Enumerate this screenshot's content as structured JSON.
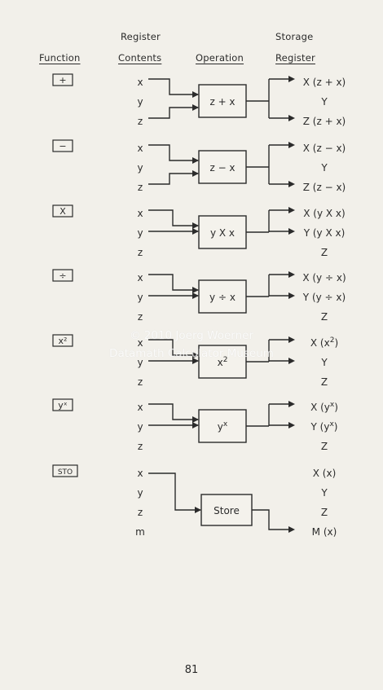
{
  "headers": {
    "register_line1": "Register",
    "register_line2": "Contents",
    "storage_line1": "Storage",
    "storage_line2": "Register",
    "function": "Function",
    "operation": "Operation"
  },
  "rows": [
    {
      "key": "+",
      "inputs": [
        "x",
        "y",
        "z"
      ],
      "op": "z + x",
      "outputs": [
        "X (z + x)",
        "Y",
        "Z (z + x)"
      ]
    },
    {
      "key": "−",
      "inputs": [
        "x",
        "y",
        "z"
      ],
      "op": "z − x",
      "outputs": [
        "X (z − x)",
        "Y",
        "Z (z − x)"
      ]
    },
    {
      "key": "X",
      "inputs": [
        "x",
        "y",
        "z"
      ],
      "op": "y X x",
      "outputs": [
        "X (y X x)",
        "Y (y X x)",
        "Z"
      ]
    },
    {
      "key": "÷",
      "inputs": [
        "x",
        "y",
        "z"
      ],
      "op": "y ÷ x",
      "outputs": [
        "X (y ÷ x)",
        "Y (y ÷ x)",
        "Z"
      ]
    },
    {
      "key": "x²",
      "inputs": [
        "x",
        "y",
        "z"
      ],
      "op": "x2",
      "outputs": [
        "X (x2)",
        "Y",
        "Z"
      ]
    },
    {
      "key": "yˣ",
      "inputs": [
        "x",
        "y",
        "z"
      ],
      "op": "yx",
      "outputs": [
        "X (yx)",
        "Y (yx)",
        "Z"
      ]
    },
    {
      "key": "STO",
      "inputs": [
        "x",
        "y",
        "z",
        "m"
      ],
      "op": "Store",
      "outputs": [
        "X (x)",
        "Y",
        "Z",
        "M (x)"
      ]
    }
  ],
  "watermark": {
    "line1": "© 2010 Joerg Woerner",
    "line2": "Datamath Calculator Museum"
  },
  "page_number": "81",
  "colors": {
    "ink": "#2b2b2b",
    "paper": "#f2f0ea",
    "watermark": "#ffffff"
  }
}
